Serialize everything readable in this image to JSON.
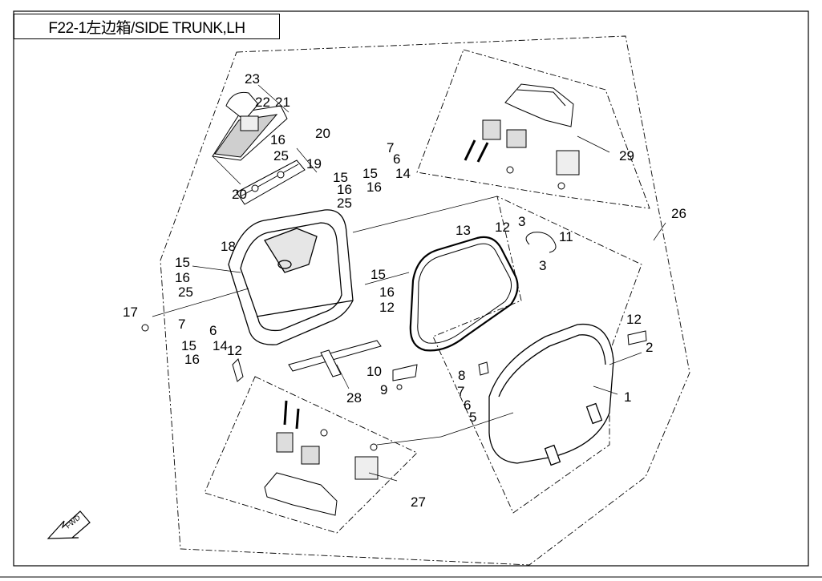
{
  "diagram": {
    "title": "F22-1左边箱/SIDE TRUNK,LH",
    "fwd_label": "FWD",
    "colors": {
      "line": "#000000",
      "part_fill": "#ffffff",
      "part_shade": "#d9d9d9"
    },
    "callouts": [
      "23",
      "22",
      "21",
      "16",
      "20",
      "25",
      "19",
      "7",
      "6",
      "15",
      "14",
      "16",
      "15",
      "16",
      "25",
      "20",
      "18",
      "15",
      "16",
      "25",
      "17",
      "7",
      "6",
      "15",
      "14",
      "16",
      "12",
      "15",
      "16",
      "12",
      "13",
      "12",
      "3",
      "11",
      "3",
      "29",
      "26",
      "12",
      "2",
      "1",
      "8",
      "7",
      "6",
      "5",
      "10",
      "9",
      "28",
      "27"
    ]
  }
}
